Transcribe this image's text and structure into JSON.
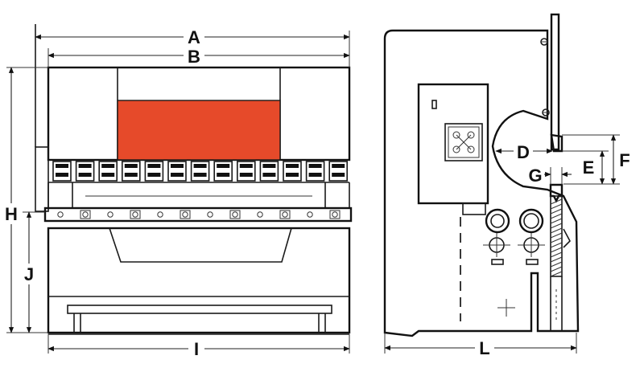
{
  "colors": {
    "panel": "#E64A2A",
    "line": "#1a1a1a",
    "background": "#ffffff"
  },
  "labels": {
    "A": "A",
    "B": "B",
    "H": "H",
    "J": "J",
    "I": "I",
    "D": "D",
    "E": "E",
    "F": "F",
    "G": "G",
    "L": "L"
  }
}
